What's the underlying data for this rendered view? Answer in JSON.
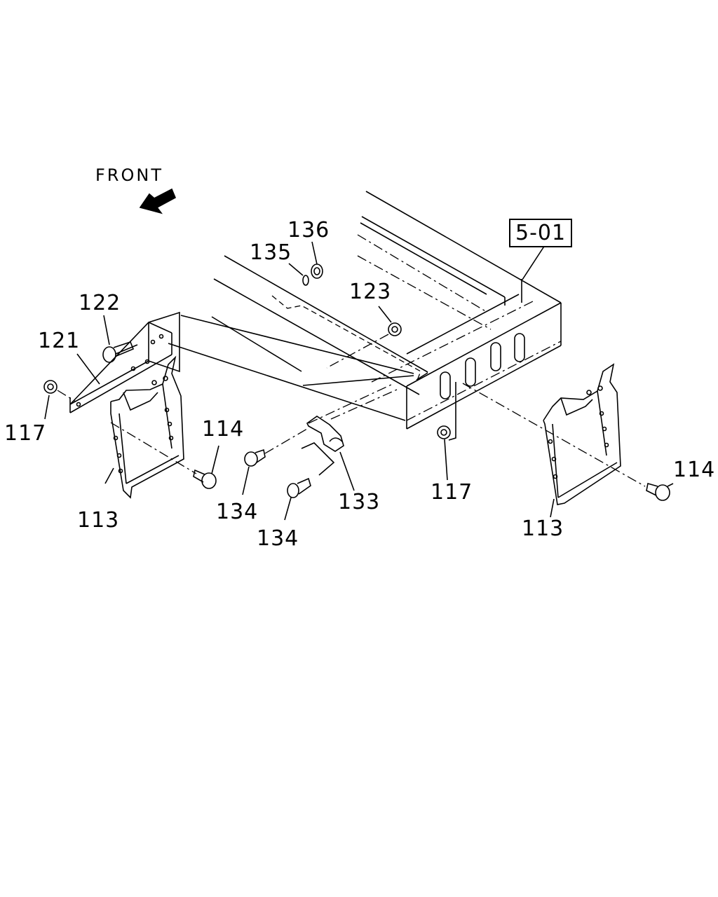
{
  "direction": {
    "label": "FRONT"
  },
  "reference": {
    "label": "5-01"
  },
  "callouts": {
    "p136": "136",
    "p135": "135",
    "p123": "123",
    "p122": "122",
    "p121": "121",
    "p117_left": "117",
    "p114_left": "114",
    "p113_left": "113",
    "p134_upper": "134",
    "p134_lower": "134",
    "p133": "133",
    "p117_mid": "117",
    "p114_right": "114",
    "p113_right": "113"
  }
}
